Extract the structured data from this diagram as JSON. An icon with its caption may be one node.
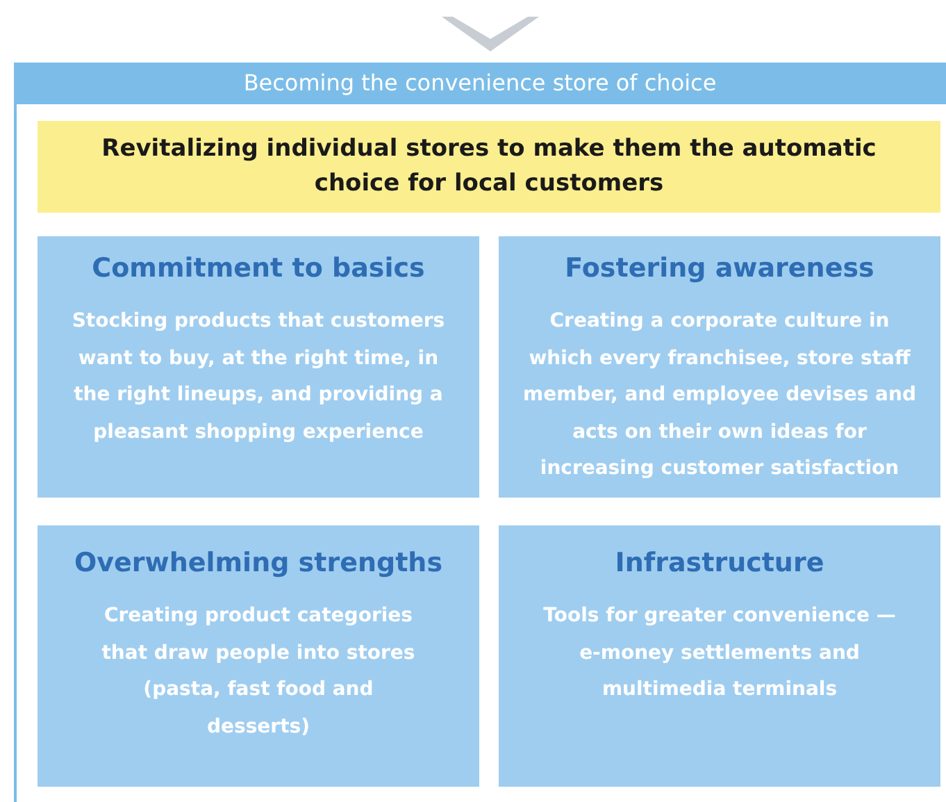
{
  "diagram": {
    "nodes": [
      {
        "text": [
          "Becoming the convenience store of choice"
        ]
      },
      {
        "text": [
          "Revitalizing individual stores to make them the automatic choice for local customers"
        ],
        "in": 0
      },
      {
        "text": [
          "Commitment to basics",
          "Stocking products that customers want to buy, at the right time, in the right lineups, and providing a pleasant shopping experience"
        ],
        "in": 0
      },
      {
        "text": [
          "Fostering awareness",
          "Creating a corporate culture in which every franchisee, store staff member, and employee devises and acts on their own ideas for increasing customer satisfaction"
        ],
        "in": 0
      },
      {
        "text": [
          "Overwhelming strengths",
          "Creating product categories that draw people into stores (pasta, fast food and desserts)"
        ],
        "in": 0
      },
      {
        "text": [
          "Infrastructure",
          "Tools for greater convenience — e-money settlements and multimedia terminals"
        ],
        "in": 0
      }
    ]
  }
}
